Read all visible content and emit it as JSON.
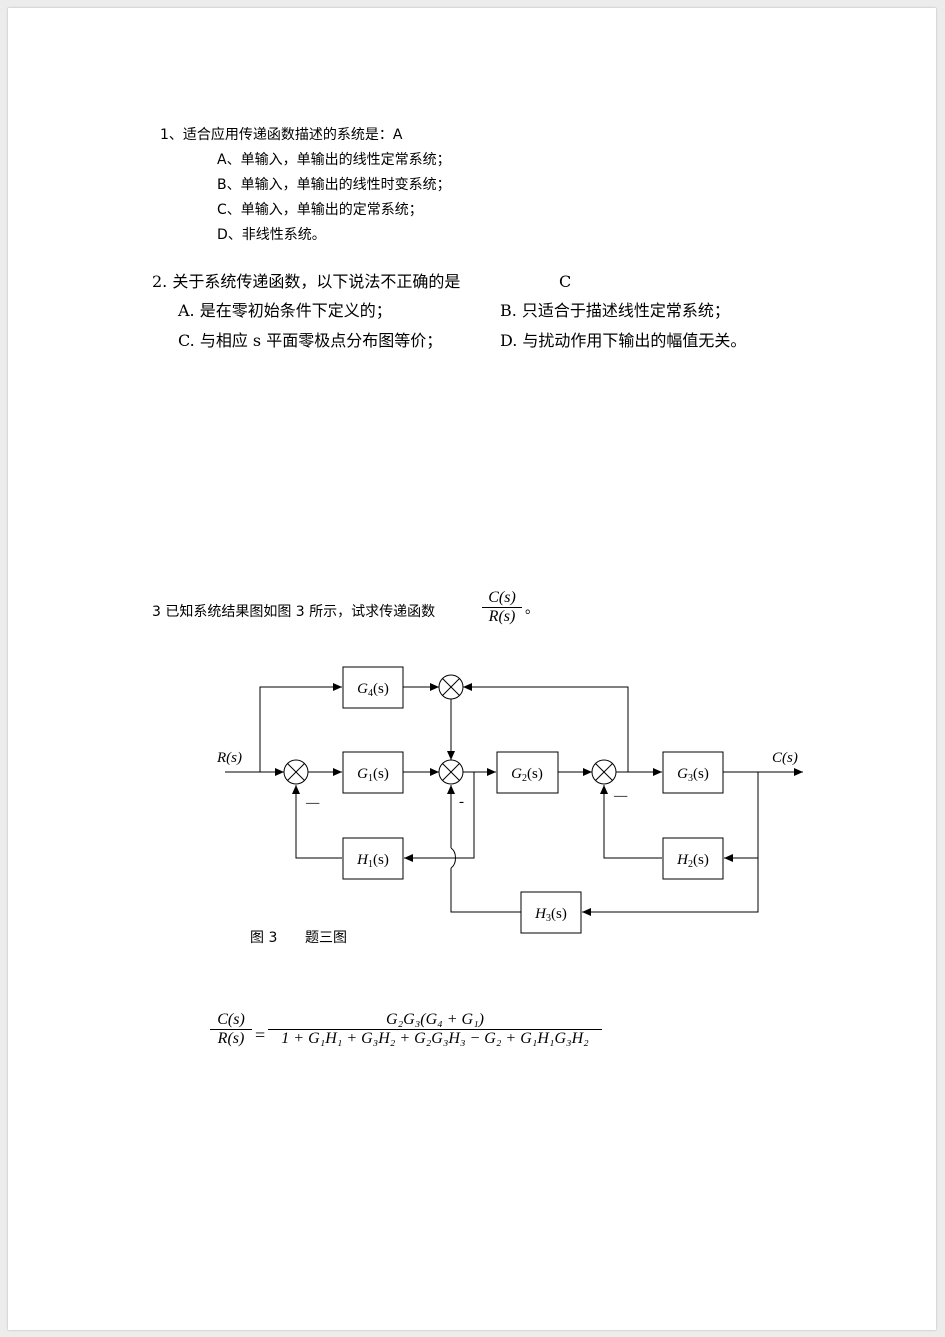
{
  "q1": {
    "stem": "1、适合应用传递函数描述的系统是：A",
    "options": [
      "A、单输入，单输出的线性定常系统；",
      "B、单输入，单输出的线性时变系统；",
      "C、单输入，单输出的定常系统；",
      "D、非线性系统。"
    ]
  },
  "q2": {
    "stem": "2. 关于系统传递函数，以下说法不正确的是",
    "answer": "C",
    "options": [
      "A. 是在零初始条件下定义的；",
      "B. 只适合于描述线性定常系统；",
      "C. 与相应 s 平面零极点分布图等价；",
      "D. 与扰动作用下输出的幅值无关。"
    ]
  },
  "q3": {
    "stem_prefix": "3 已知系统结果图如图 3 所示，试求传递函数",
    "frac_num": "C(s)",
    "frac_den": "R(s)",
    "stem_suffix": "。"
  },
  "diagram": {
    "input_label": "R(s)",
    "output_label": "C(s)",
    "blocks": {
      "g4": {
        "sym": "G",
        "sub": "4",
        "arg": "(s)"
      },
      "g1": {
        "sym": "G",
        "sub": "1",
        "arg": "(s)"
      },
      "g2": {
        "sym": "G",
        "sub": "2",
        "arg": "(s)"
      },
      "g3": {
        "sym": "G",
        "sub": "3",
        "arg": "(s)"
      },
      "h1": {
        "sym": "H",
        "sub": "1",
        "arg": "(s)"
      },
      "h2": {
        "sym": "H",
        "sub": "2",
        "arg": "(s)"
      },
      "h3": {
        "sym": "H",
        "sub": "3",
        "arg": "(s)"
      }
    },
    "minus_sign": "—",
    "minus_sign_small": "-",
    "caption_fig": "图 3",
    "caption_title": "题三图"
  },
  "answer": {
    "lhs_num": "C(s)",
    "lhs_den": "R(s)",
    "equals": "=",
    "rhs_num": "G₂G₃(G₄ + G₁)",
    "rhs_den": "1 + G₁H₁ + G₃H₂ + G₂G₃H₃ − G₂ + G₁H₁G₃H₂"
  }
}
